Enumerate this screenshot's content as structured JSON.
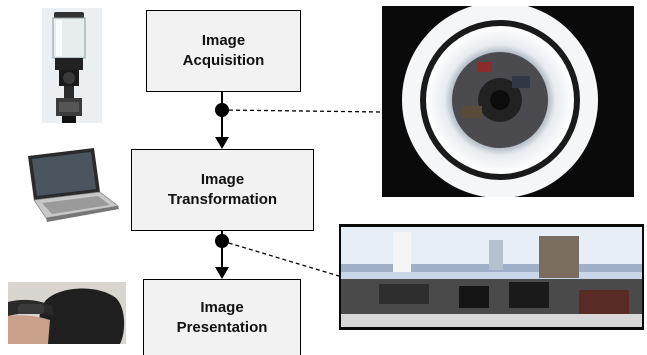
{
  "steps": [
    {
      "line1": "Image",
      "line2": "Acquisition"
    },
    {
      "line1": "Image",
      "line2": "Transformation"
    },
    {
      "line1": "Image",
      "line2": "Presentation"
    }
  ],
  "images": {
    "camera": "omnidirectional-camera-photo",
    "laptop": "laptop-photo",
    "hmd": "head-mounted-display-photo",
    "fisheye": "fisheye-image-photo",
    "panorama": "panoramic-image-photo"
  },
  "colors": {
    "box_fill": "#f2f2f2",
    "line": "#000000"
  }
}
